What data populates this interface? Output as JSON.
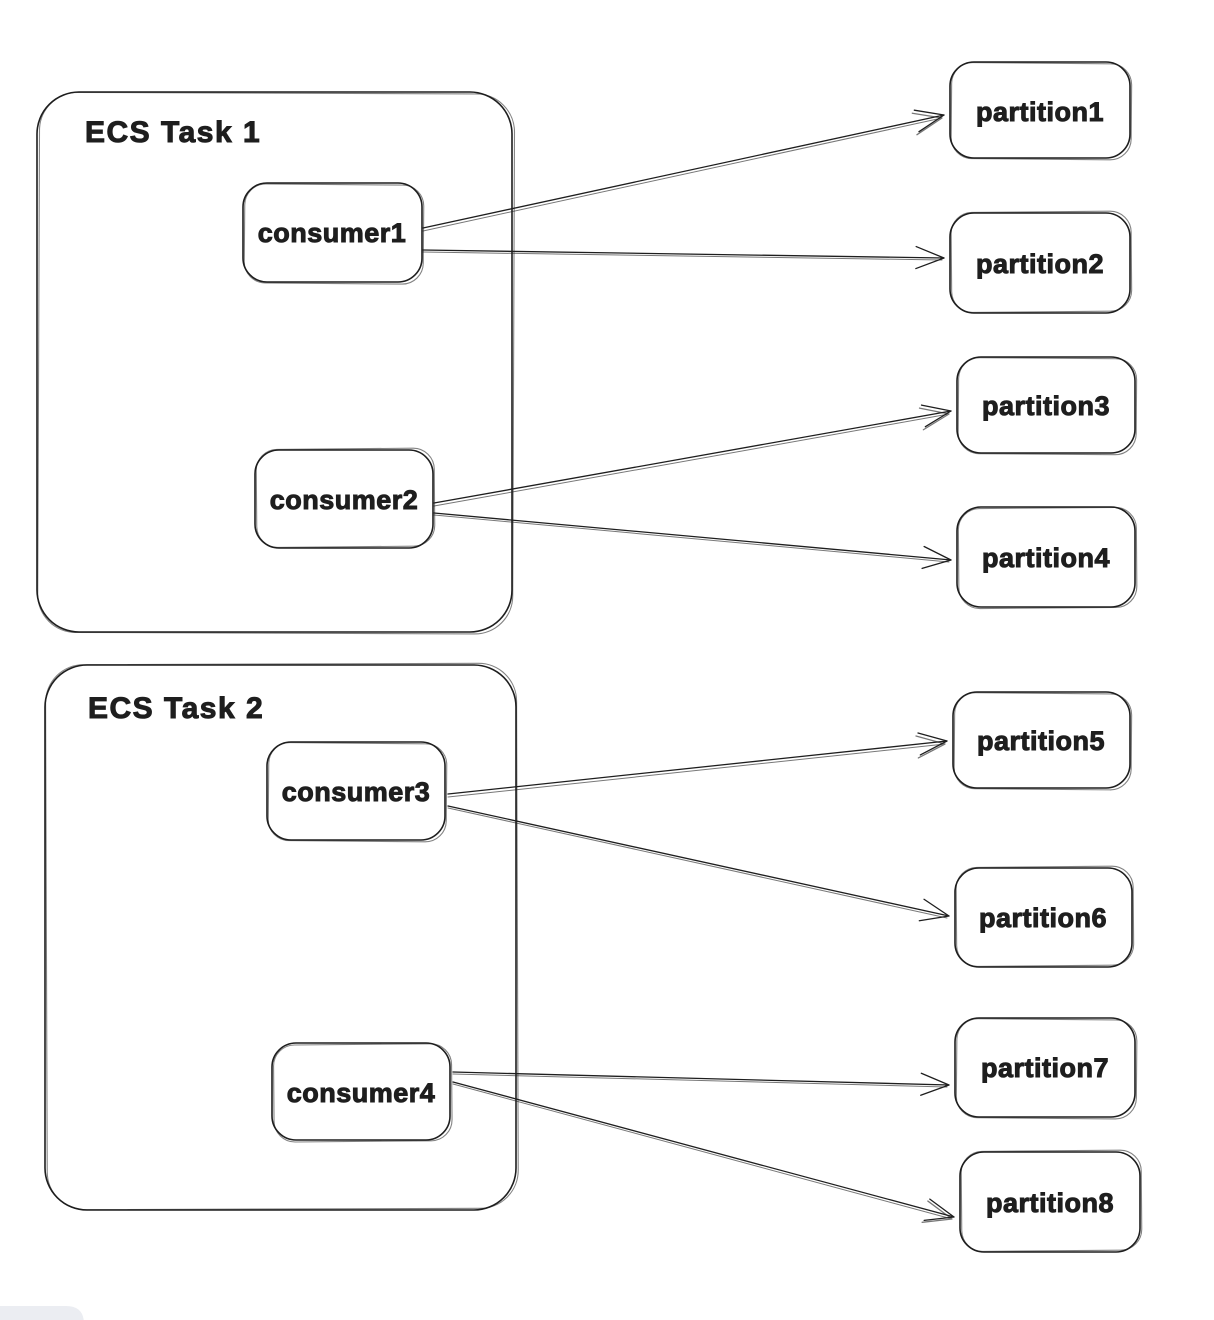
{
  "canvas": {
    "background": "#ffffff",
    "stroke_color": "#1e1e1e",
    "bottom_left_panel_color": "#ebedf2"
  },
  "tasks": [
    {
      "label": "ECS Task 1",
      "consumers": [
        {
          "label": "consumer1"
        },
        {
          "label": "consumer2"
        }
      ]
    },
    {
      "label": "ECS Task 2",
      "consumers": [
        {
          "label": "consumer3"
        },
        {
          "label": "consumer4"
        }
      ]
    }
  ],
  "partitions": [
    {
      "label": "partition1"
    },
    {
      "label": "partition2"
    },
    {
      "label": "partition3"
    },
    {
      "label": "partition4"
    },
    {
      "label": "partition5"
    },
    {
      "label": "partition6"
    },
    {
      "label": "partition7"
    },
    {
      "label": "partition8"
    }
  ],
  "edges": [
    {
      "from": "consumer1",
      "to": "partition1"
    },
    {
      "from": "consumer1",
      "to": "partition2"
    },
    {
      "from": "consumer2",
      "to": "partition3"
    },
    {
      "from": "consumer2",
      "to": "partition4"
    },
    {
      "from": "consumer3",
      "to": "partition5"
    },
    {
      "from": "consumer3",
      "to": "partition6"
    },
    {
      "from": "consumer4",
      "to": "partition7"
    },
    {
      "from": "consumer4",
      "to": "partition8"
    }
  ]
}
